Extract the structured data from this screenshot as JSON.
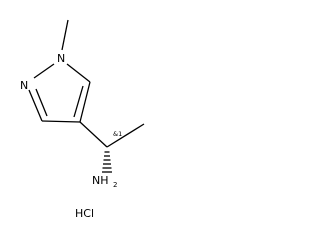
{
  "molecule": {
    "atoms": {
      "n_ring_1": "N",
      "n_ring_2": "N",
      "amine_main": "NH",
      "amine_sub": "2",
      "stereo_flag": "&1",
      "salt": "HCl"
    }
  }
}
